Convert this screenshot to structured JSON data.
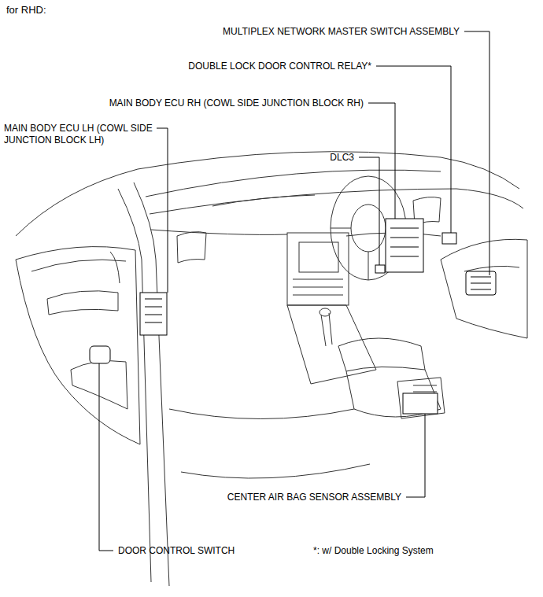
{
  "diagram": {
    "title": "for RHD:",
    "labels": [
      "MULTIPLEX NETWORK MASTER SWITCH ASSEMBLY",
      "DOUBLE LOCK DOOR CONTROL RELAY*",
      "MAIN BODY ECU RH (COWL SIDE JUNCTION BLOCK RH)",
      "MAIN BODY ECU LH (COWL SIDE JUNCTION BLOCK LH)",
      "DLC3",
      "CENTER AIR BAG SENSOR ASSEMBLY",
      "DOOR CONTROL SWITCH",
      "*: w/ Double Locking System"
    ]
  }
}
